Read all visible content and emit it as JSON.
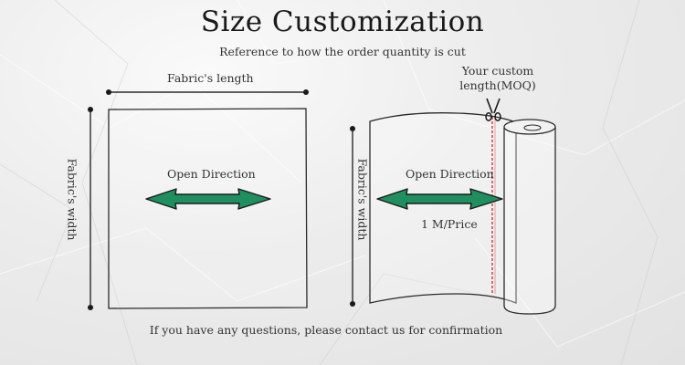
{
  "title": "Size Customization",
  "subtitle": "Reference to how the order quantity is cut",
  "left": {
    "length_label": "Fabric's length",
    "width_label": "Fabric's width",
    "direction_label": "Open Direction"
  },
  "right": {
    "width_label": "Fabric's width",
    "direction_label": "Open Direction",
    "price_label": "1 M/Price",
    "custom_label_line1": "Your custom",
    "custom_label_line2": "length(MOQ)"
  },
  "footer": "If you have any questions, please contact us for confirmation",
  "colors": {
    "arrow_fill": "#1f8f5f",
    "cut_line": "#d94a4a",
    "stroke": "#2b2b2b"
  },
  "icons": [
    "scissors-icon",
    "double-arrow-icon"
  ]
}
